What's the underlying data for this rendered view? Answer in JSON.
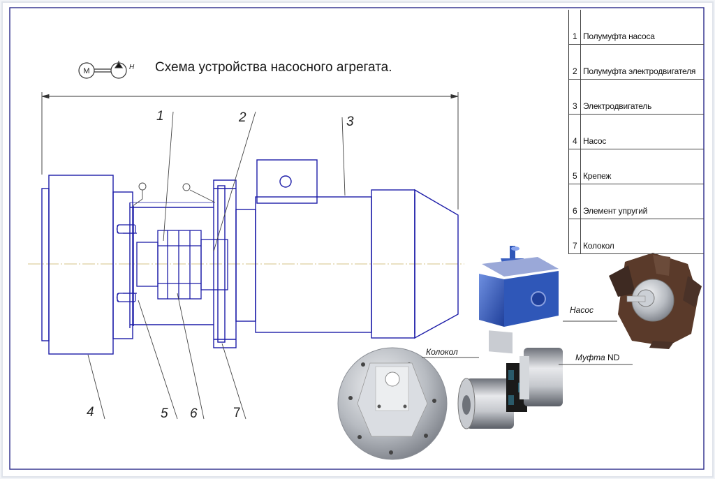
{
  "title": "Схема устройства насосного агрегата.",
  "symbol": {
    "motor_letter": "M",
    "h_letter": "H"
  },
  "callouts": [
    "1",
    "2",
    "3",
    "4",
    "5",
    "6",
    "7"
  ],
  "legend": [
    {
      "num": "1",
      "name": "Полумуфта насоса"
    },
    {
      "num": "2",
      "name": "Полумуфта электродвигателя"
    },
    {
      "num": "3",
      "name": "Электродвигатель"
    },
    {
      "num": "4",
      "name": "Насос"
    },
    {
      "num": "5",
      "name": "Крепеж"
    },
    {
      "num": "6",
      "name": "Элемент упругий"
    },
    {
      "num": "7",
      "name": "Колокол"
    }
  ],
  "photo_labels": {
    "pump": "Насос",
    "bell": "Колокол",
    "coupling": "Муфта",
    "coupling_suffix": "ND"
  },
  "colors": {
    "drawing_line": "#1c1ca8",
    "frame": "#2a2a8a",
    "axis_line": "#c8b060",
    "pump_body_blue": "#3a5fc0",
    "metal": "#b8bcc2",
    "elastomer_black": "#1a1a1a",
    "element_brown": "#5a3a2a"
  }
}
